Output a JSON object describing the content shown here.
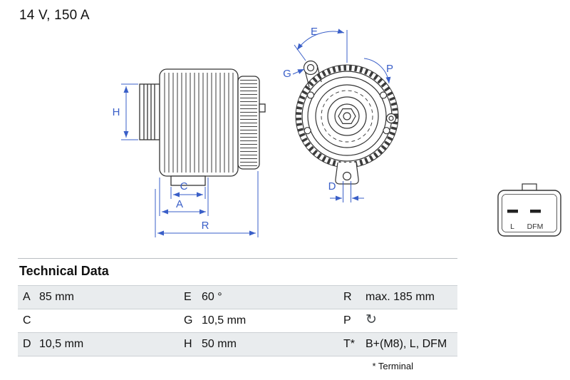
{
  "colors": {
    "dimension_blue": "#3A5FC8",
    "drawing_line": "#333333",
    "row_shade": "#E9ECEE"
  },
  "header": {
    "rating": "14 V, 150 A"
  },
  "drawing": {
    "side_view_labels": {
      "H": "H",
      "C": "C",
      "A": "A",
      "R": "R"
    },
    "front_view_labels": {
      "E": "E",
      "G": "G",
      "P": "P",
      "D": "D"
    },
    "connector_labels": {
      "left_pin": "L",
      "right_pin": "DFM"
    }
  },
  "table": {
    "title": "Technical Data",
    "rows": [
      {
        "c1k": "A",
        "c1v": "85 mm",
        "c2k": "E",
        "c2v": "60 °",
        "c3k": "R",
        "c3v": "max. 185 mm"
      },
      {
        "c1k": "C",
        "c1v": "",
        "c2k": "G",
        "c2v": "10,5 mm",
        "c3k": "P",
        "c3v": "↻"
      },
      {
        "c1k": "D",
        "c1v": "10,5 mm",
        "c2k": "H",
        "c2v": "50 mm",
        "c3k": "T*",
        "c3v": "B+(M8), L, DFM"
      }
    ],
    "footnote": "* Terminal"
  }
}
